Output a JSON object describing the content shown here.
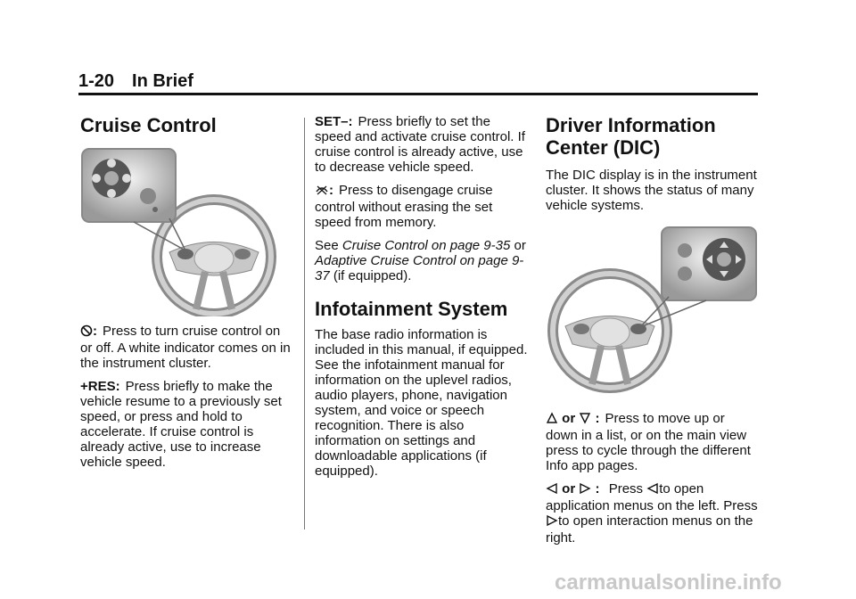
{
  "header": {
    "page": "1-20",
    "chapter": "In Brief"
  },
  "cruise": {
    "title": "Cruise Control",
    "onoff_term": ":",
    "onoff_text": "Press to turn cruise control on or off. A white indicator comes on in the instrument cluster.",
    "res_term": "+RES:",
    "res_text": "Press briefly to make the vehicle resume to a previously set speed, or press and hold to accelerate. If cruise control is already active, use to increase vehicle speed.",
    "set_term": "SET–:",
    "set_text": "Press briefly to set the speed and activate cruise control. If cruise control is already active, use to decrease vehicle speed.",
    "cancel_term": ":",
    "cancel_text": "Press to disengage cruise control without erasing the set speed from memory.",
    "see_prefix": "See",
    "see_ref1": "Cruise Control on page 9-35",
    "see_or": "or",
    "see_ref2": "Adaptive Cruise Control on page 9-37",
    "see_suffix": "(if equipped)."
  },
  "infotainment": {
    "title": "Infotainment System",
    "text": "The base radio information is included in this manual, if equipped. See the infotainment manual for information on the uplevel radios, audio players, phone, navigation system, and voice or speech recognition. There is also information on settings and downloadable applications (if equipped)."
  },
  "dic": {
    "title_line1": "Driver Information",
    "title_line2": "Center (DIC)",
    "intro": "The DIC display is in the instrument cluster. It shows the status of many vehicle systems.",
    "updown_or": "or",
    "updown_colon": ":",
    "updown_text": "Press to move up or down in a list, or on the main view press to cycle through the different Info app pages.",
    "leftright_or": "or",
    "leftright_colon": ":",
    "lr_press": "Press",
    "lr_text1": "to open application menus on the left. Press",
    "lr_text2": "to open interaction menus on the right."
  },
  "icons": [
    "cruise-onoff-icon",
    "cruise-cancel-icon",
    "arrow-up-icon",
    "arrow-down-icon",
    "arrow-left-icon",
    "arrow-right-icon"
  ],
  "footer": {
    "watermark": "carmanualsonline.info"
  }
}
